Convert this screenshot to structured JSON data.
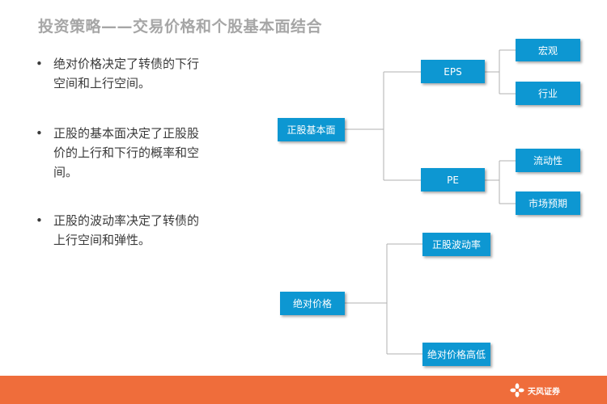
{
  "slide": {
    "title": "投资策略——交易价格和个股基本面结合"
  },
  "bullets": [
    {
      "line1": "绝对价格决定了转债的下行",
      "line2": "空间和上行空间。"
    },
    {
      "line1": "正股的基本面决定了正股股",
      "line2": "价的上行和下行的概率和空",
      "line3": "间。"
    },
    {
      "line1": "正股的波动率决定了转债的",
      "line2": "上行空间和弹性。"
    }
  ],
  "diagram": {
    "fundamentals": "正股基本面",
    "eps": "EPS",
    "macro": "宏观",
    "industry": "行业",
    "pe": "PE",
    "liquidity": "流动性",
    "market_expectation": "市场预期",
    "absolute_price": "绝对价格",
    "volatility": "正股波动率",
    "price_level": "绝对价格高低"
  },
  "footer": {
    "logo_text": "天风证券"
  },
  "colors": {
    "box": "#0d97d2",
    "footer": "#ef6d3b",
    "title": "#a6a6a6"
  }
}
